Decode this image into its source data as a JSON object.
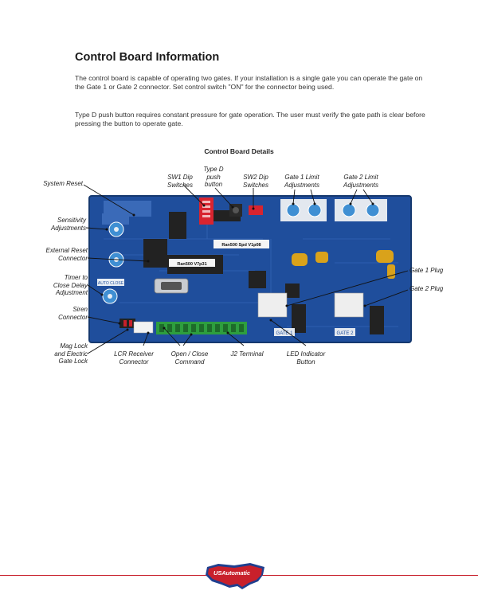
{
  "page": {
    "title": "Control Board Information",
    "paragraph1": "The control board is capable of operating two gates. If your installation is a single gate you can operate the gate on the Gate 1 or Gate 2 connector. Set control switch \"ON\" for the connector being used.",
    "paragraph2": "Type D push button requires constant pressure for gate operation. The user must verify the gate path is clear before pressing the button to operate gate.",
    "figure_title": "Control Board Details"
  },
  "callouts": {
    "system_reset": "System Reset",
    "sensitivity": "Sensitivity\nAdjustments",
    "external_reset": "External Reset\nConnector",
    "timer": "Timer to\nClose Delay\nAdjustment",
    "siren": "Siren\nConnector",
    "mag_lock": "Mag Lock\nand Electric\nGate Lock",
    "sw1": "SW1 Dip\nSwitches",
    "type_d": "Type D\npush\nbutton",
    "sw2": "SW2 Dip\nSwitches",
    "gate1_limit": "Gate 1 Limit\nAdjustments",
    "gate2_limit": "Gate 2 Limit\nAdjustments",
    "gate1_plug": "Gate 1 Plug",
    "gate2_plug": "Gate 2 Plug",
    "lcr": "LCR Receiver\nConnector",
    "open_close": "Open / Close\nCommand",
    "j2": "J2 Terminal",
    "led": "LED Indicator\nButton"
  },
  "board_labels": {
    "chip1": "Ran500 Spd V1p08",
    "chip2": "Ran500 V7p31",
    "gate1": "GATE 1",
    "gate2": "GATE 2",
    "auto_close": "AUTO CLOSE"
  },
  "footer": {
    "logo_text": "USAutomatic"
  },
  "colors": {
    "board": "#1f4e9c",
    "accent_red": "#c8202b",
    "terminal_green": "#2e9e3e"
  }
}
